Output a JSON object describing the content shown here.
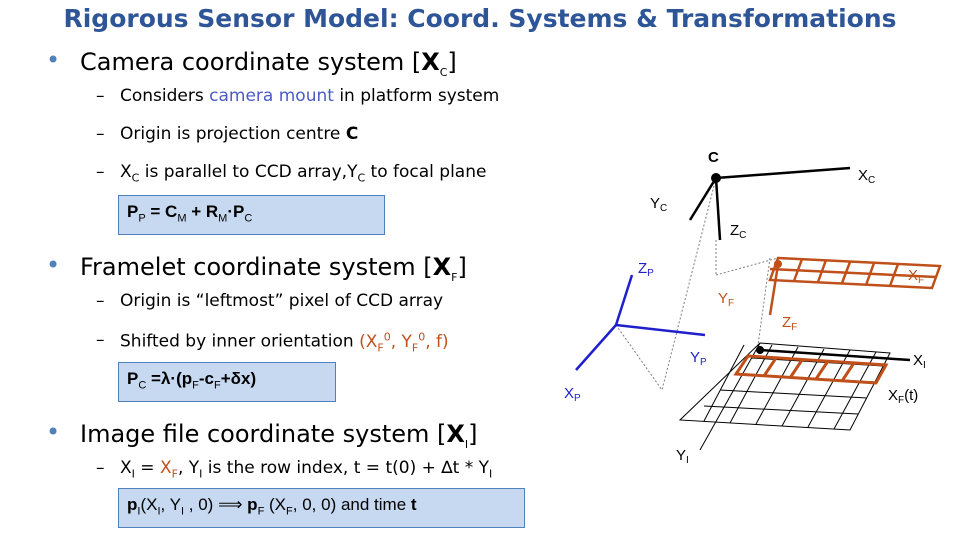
{
  "title": "Rigorous Sensor Model: Coord. Systems & Transformations",
  "bullets": [
    {
      "pre": "Camera coordinate system [",
      "sym": "X",
      "sub": "C",
      "post": "]",
      "items": [
        {
          "a": "Considers ",
          "b": "camera mount",
          "c": " in platform system"
        },
        {
          "a": "Origin is projection centre ",
          "b": "C"
        },
        {
          "a": "X",
          "a_sub": "C",
          "b": " is parallel to CCD array,Y",
          "b_sub": "C",
          "c": " to focal plane"
        }
      ],
      "formula": {
        "p": "P",
        "p_sub": "P",
        "eq": " = C",
        "m_sub": "M",
        "plus": " + R",
        "r_sub": "M",
        "dot": "·P",
        "c_sub": "C"
      }
    },
    {
      "pre": "Framelet coordinate system [",
      "sym": "X",
      "sub": "F",
      "post": "]",
      "items": [
        {
          "a": "Origin is “leftmost” pixel of CCD array"
        },
        {
          "a": "Shifted by inner orientation ",
          "b1": "(X",
          "s1": "F",
          "p1": "0",
          "b2": ", Y",
          "s2": "F",
          "p2": "0",
          "b3": ", f)"
        }
      ],
      "formula": {
        "p": "P",
        "p_sub": "C",
        "eq": " =λ·(",
        "pf": "p",
        "pf_sub": "F",
        "mc": "-c",
        "c_sub": "F",
        "plus": "+δ",
        "x": "x",
        "close": ")"
      }
    },
    {
      "pre": "Image file coordinate system [",
      "sym": "X",
      "sub": "I",
      "post": "]",
      "items": [
        {
          "a": "X",
          "a_sub": "I",
          "b": " = ",
          "c": "X",
          "c_sub": "F",
          "d": ", Y",
          "d_sub": "I",
          "e": " is the row index, t = t(0) + ∆t * Y",
          "e_sub": "I"
        }
      ],
      "formula": {
        "p": "p",
        "p_sub": "I",
        "args": "(X",
        "x_sub": "I",
        "y": ", Y",
        "y_sub": "I",
        "end": " , 0)  ⟹  ",
        "pf": "p",
        "pf_sub": "F",
        "args2": " (X",
        "xf_sub": "F",
        "tail": ", 0, 0) and time ",
        "t": "t"
      }
    }
  ],
  "diagram": {
    "c": "C",
    "xc": "X",
    "xc_sub": "C",
    "yc": "Y",
    "yc_sub": "C",
    "zc": "Z",
    "zc_sub": "C",
    "zp": "Z",
    "zp_sub": "P",
    "xp": "X",
    "xp_sub": "P",
    "yp": "Y",
    "yp_sub": "P",
    "xf": "X",
    "xf_sub": "F",
    "yf": "Y",
    "yf_sub": "F",
    "zf": "Z",
    "zf_sub": "F",
    "xi": "X",
    "xi_sub": "I",
    "xft": "X",
    "xft_sub": "F",
    "xft_post": "(t)",
    "yi": "Y",
    "yi_sub": "I",
    "colors": {
      "camera": "#000000",
      "platform": "#1F1FCC",
      "framelet": "#C0501A",
      "dotted": "#7F7F7F"
    }
  }
}
